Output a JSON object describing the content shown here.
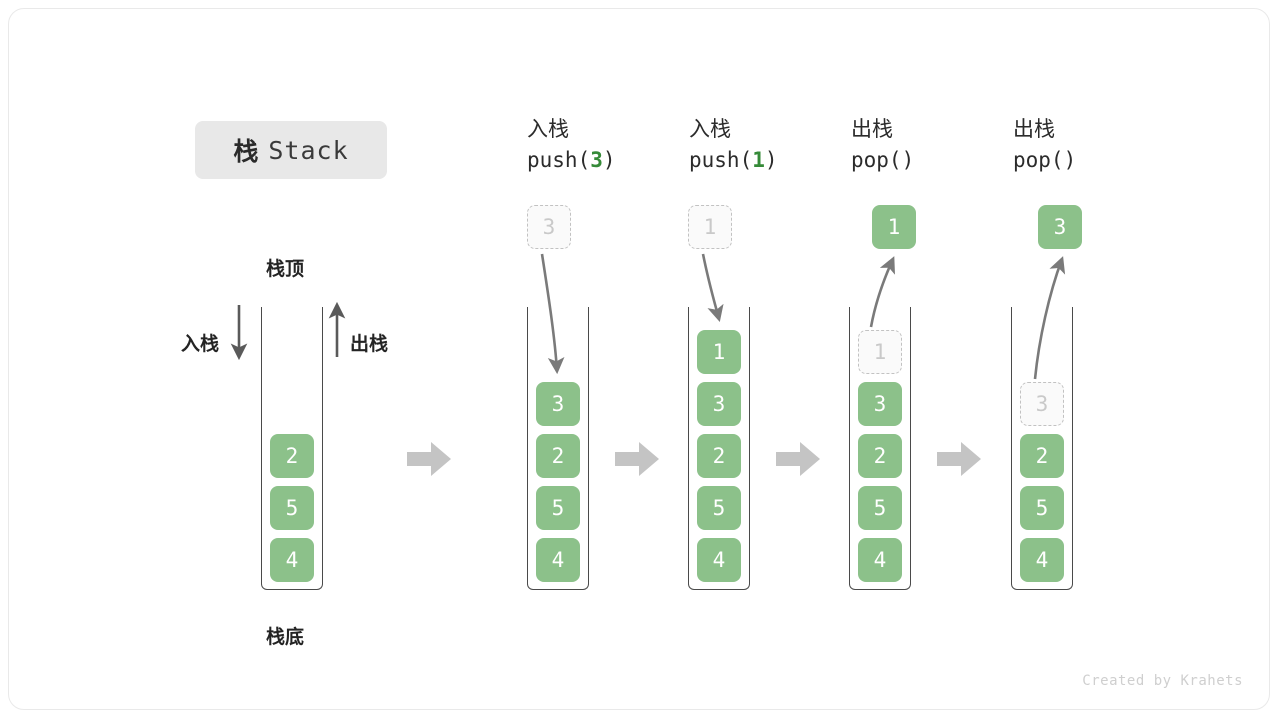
{
  "title": {
    "cn": "栈",
    "en": "Stack"
  },
  "labels": {
    "top": "栈顶",
    "bottom": "栈底",
    "push": "入栈",
    "pop": "出栈"
  },
  "colors": {
    "cell_fill": "#8cc18a",
    "cell_text": "#ffffff",
    "ghost_fill": "#fafafa",
    "ghost_border": "#c2c2c2",
    "ghost_text": "#c9c9c9",
    "arrow": "#7a7a7a",
    "flow_arrow": "#c4c4c4",
    "frame": "#4a4a4a",
    "badge_bg": "#e8e8e8",
    "arg_green": "#358a38",
    "text": "#2b2b2b"
  },
  "columns": [
    {
      "id": "initial",
      "head_line1": "",
      "head_line2": "",
      "cells": [
        "2",
        "5",
        "4"
      ],
      "ghost": null,
      "ghost_position": null,
      "float_cell": null
    },
    {
      "id": "push-3",
      "head_line1": "入栈",
      "head_prefix": "push(",
      "head_arg": "3",
      "head_suffix": ")",
      "cells": [
        "3",
        "2",
        "5",
        "4"
      ],
      "float_ghost": "3",
      "float_cell": null,
      "arrow_dir": "down"
    },
    {
      "id": "push-1",
      "head_line1": "入栈",
      "head_prefix": "push(",
      "head_arg": "1",
      "head_suffix": ")",
      "cells": [
        "1",
        "3",
        "2",
        "5",
        "4"
      ],
      "float_ghost": "1",
      "float_cell": null,
      "arrow_dir": "down"
    },
    {
      "id": "pop-1",
      "head_line1": "出栈",
      "head_prefix": "pop(",
      "head_arg": "",
      "head_suffix": ")",
      "cells": [
        "3",
        "2",
        "5",
        "4"
      ],
      "in_stack_ghost": "1",
      "float_cell": "1",
      "arrow_dir": "up"
    },
    {
      "id": "pop-3",
      "head_line1": "出栈",
      "head_prefix": "pop(",
      "head_arg": "",
      "head_suffix": ")",
      "cells": [
        "2",
        "5",
        "4"
      ],
      "in_stack_ghost": "3",
      "float_cell": "3",
      "arrow_dir": "up"
    }
  ],
  "watermark": "Created by Krahets"
}
